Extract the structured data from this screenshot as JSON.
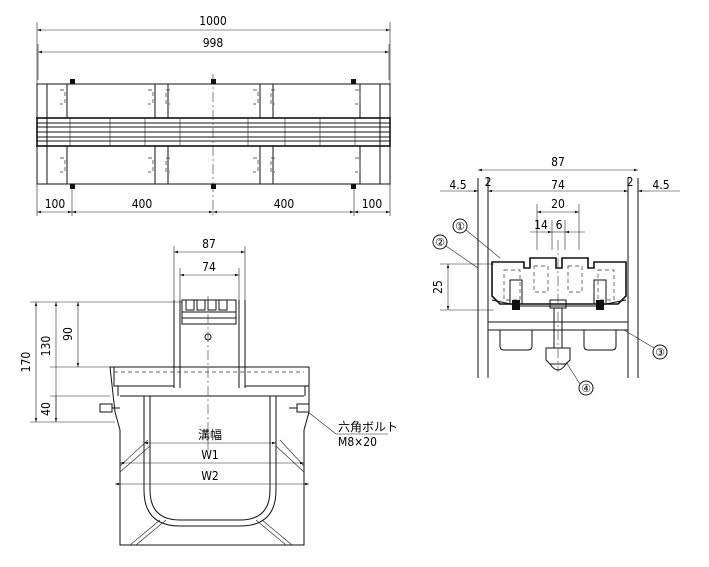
{
  "plan_view": {
    "dims": {
      "overall": "1000",
      "inner": "998",
      "seg_end_left": "100",
      "seg_mid_left": "400",
      "seg_mid_right": "400",
      "seg_end_right": "100"
    }
  },
  "section_view": {
    "dims": {
      "width_outer": "87",
      "width_inner": "74",
      "height_total": "170",
      "height_mid": "130",
      "height_grate": "90",
      "height_bottom": "40",
      "groove_width": "溝幅",
      "w1": "W1",
      "w2": "W2"
    },
    "bolt_label": {
      "line1": "六角ボルト",
      "line2": "M8×20"
    }
  },
  "detail_view": {
    "dims": {
      "overall": "87",
      "inner": "74",
      "gap_left": "2",
      "gap_right": "2",
      "edge_left": "4.5",
      "edge_right": "4.5",
      "center": "20",
      "pitch_a": "14",
      "pitch_b": "6",
      "height": "25"
    },
    "callouts": [
      "①",
      "②",
      "③",
      "④"
    ]
  }
}
